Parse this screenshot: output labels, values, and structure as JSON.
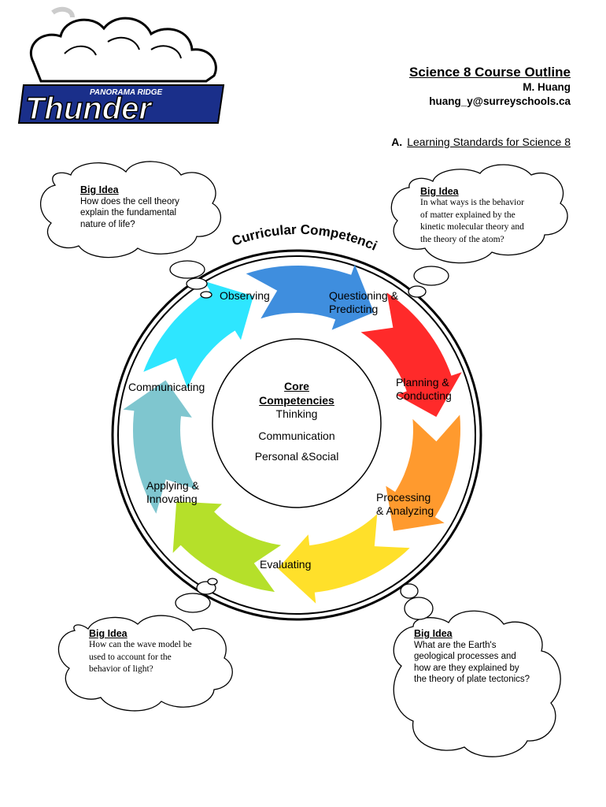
{
  "logo": {
    "top_text": "PANORAMA RIDGE",
    "main_text": "Thunder"
  },
  "header": {
    "title": "Science 8 Course Outline",
    "teacher": "M. Huang",
    "email": "huang_y@surreyschools.ca"
  },
  "section": {
    "label": "A.",
    "title": "Learning Standards for Science 8"
  },
  "diagram": {
    "arc_title": "Curricular Competencies",
    "stages": [
      "Observing",
      "Questioning & Predicting",
      "Planning & Conducting",
      "Processing & Analyzing",
      "Evaluating",
      "Applying & Innovating",
      "Communicating"
    ],
    "stage_colors": [
      "#3f8ede",
      "#ff2a2a",
      "#ff9a2e",
      "#ffe02a",
      "#b5e02a",
      "#7fc6cf",
      "#2ee6ff"
    ],
    "core": {
      "heading_line1": "Core",
      "heading_line2": "Competencies",
      "items": [
        "Thinking",
        "Communication",
        "Personal &Social"
      ]
    }
  },
  "big_ideas": [
    {
      "title": "Big Idea",
      "text": "How does the cell theory explain the fundamental nature of life?"
    },
    {
      "title": "Big Idea",
      "text": "In what ways is the behavior of matter explained by the kinetic molecular theory and the theory of the atom?"
    },
    {
      "title": "Big Idea",
      "text": "How can the wave model be used to account for the behavior of light?"
    },
    {
      "title": "Big Idea",
      "text": "What are the Earth's geological processes and how are they explained by the theory of plate tectonics?"
    }
  ]
}
